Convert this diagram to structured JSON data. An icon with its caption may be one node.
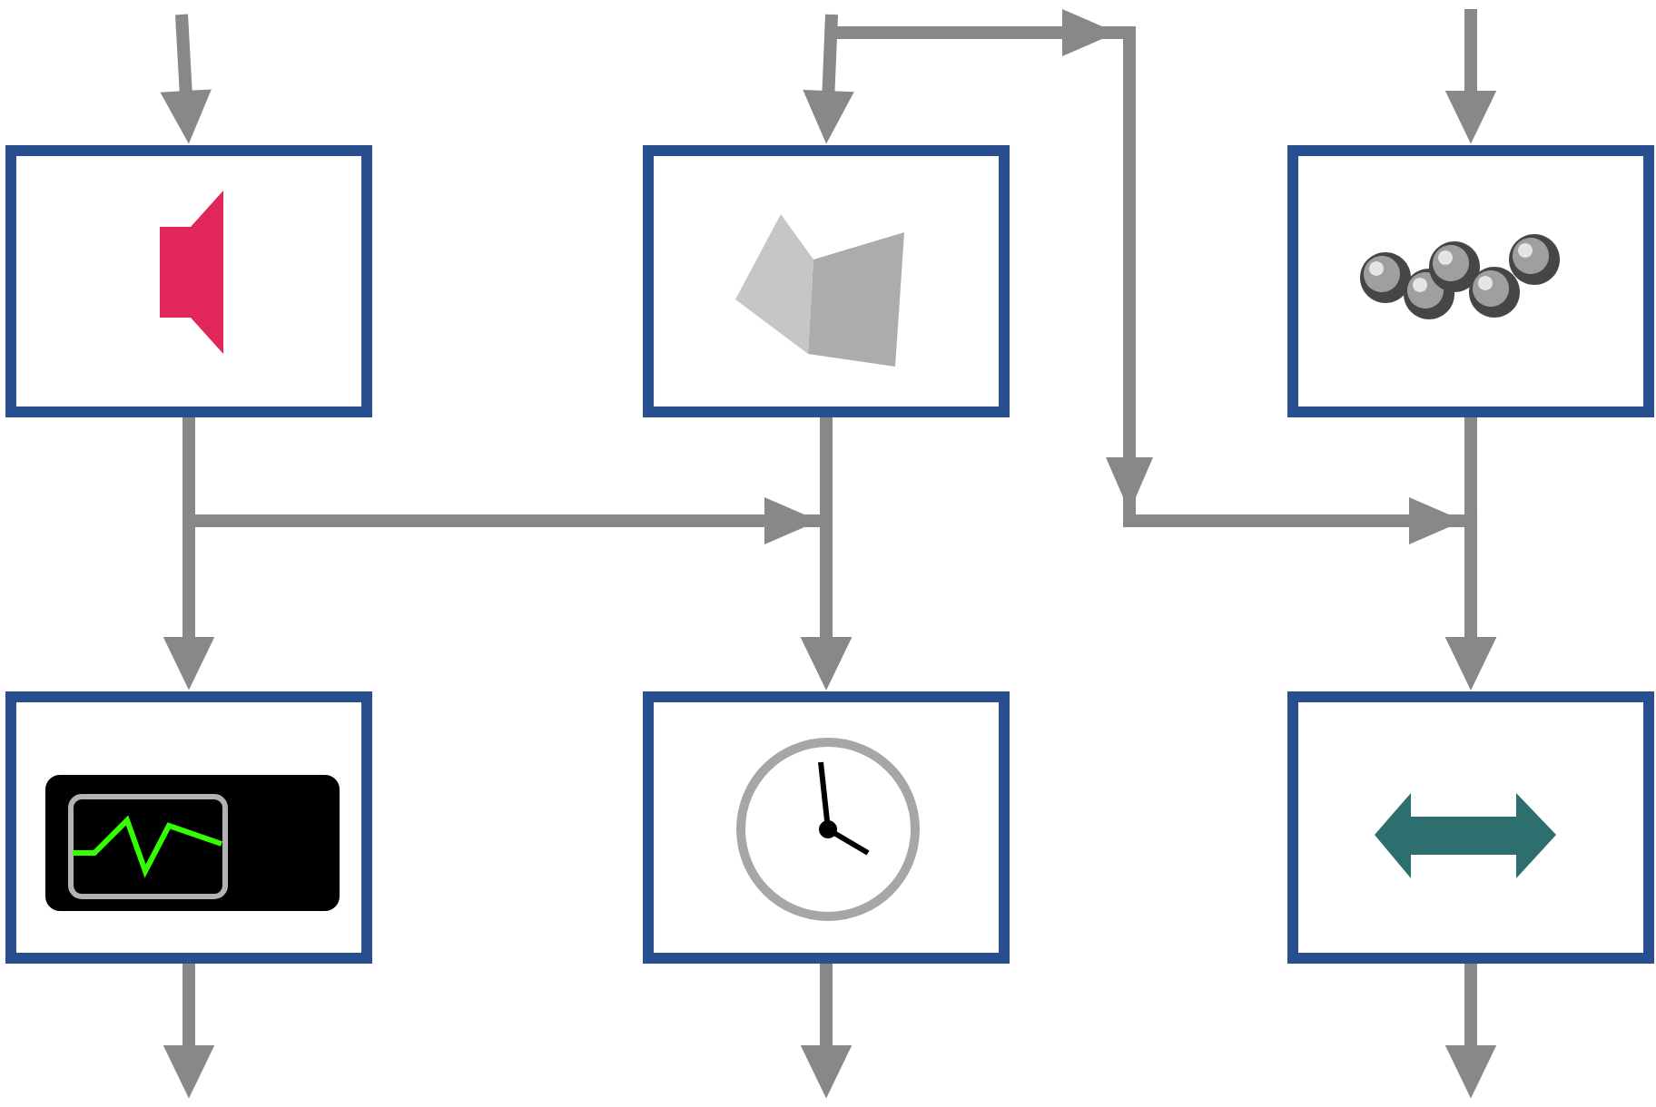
{
  "diagram": {
    "nodes": [
      {
        "text": [],
        "shape": "box"
      },
      {
        "text": [],
        "shape": "box"
      },
      {
        "text": [],
        "shape": "box"
      },
      {
        "text": [],
        "shape": "box"
      },
      {
        "text": [],
        "shape": "box"
      },
      {
        "text": [],
        "shape": "box"
      }
    ],
    "edges": [
      {
        "from": null,
        "to": 0,
        "arrow": "to"
      },
      {
        "from": null,
        "to": 1,
        "arrow": "to"
      },
      {
        "from": null,
        "to": 2,
        "arrow": "to"
      },
      {
        "from": 0,
        "to": 3,
        "arrow": "to"
      },
      {
        "from": 0,
        "to": 4,
        "arrow": "to"
      },
      {
        "from": 1,
        "to": 4,
        "arrow": "to"
      },
      {
        "from": null,
        "to": 5,
        "arrow": "to"
      },
      {
        "from": 2,
        "to": 5,
        "arrow": "to"
      },
      {
        "from": 3,
        "to": null,
        "arrow": "to"
      },
      {
        "from": 4,
        "to": null,
        "arrow": "to"
      },
      {
        "from": 5,
        "to": null,
        "arrow": "to"
      }
    ]
  }
}
